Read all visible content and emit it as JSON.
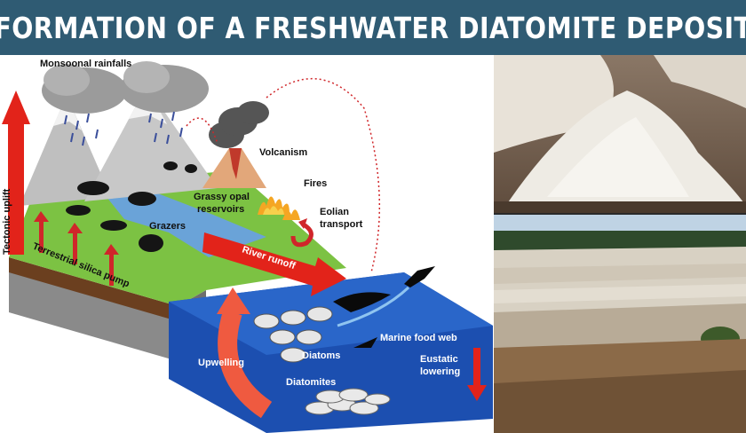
{
  "title": "FORMATION OF A FRESHWATER DIATOMITE DEPOSIT",
  "diagram": {
    "labels": {
      "monsoonal_rainfalls": "Monsoonal rainfalls",
      "tectonic_uplift": "Tectonic uplift",
      "volcanism": "Volcanism",
      "fires": "Fires",
      "grassy_opal_line1": "Grassy opal",
      "grassy_opal_line2": "reservoirs",
      "eolian_line1": "Eolian",
      "eolian_line2": "transport",
      "grazers": "Grazers",
      "terrestrial_silica_pump": "Terrestrial silica pump",
      "river_runoff": "River runoff",
      "marine_food_web": "Marine food web",
      "diatoms": "Diatoms",
      "upwelling": "Upwelling",
      "eustatic_line1": "Eustatic",
      "eustatic_line2": "lowering",
      "diatomites": "Diatomites"
    }
  },
  "photos": {
    "top": "diatomite-powder-photo",
    "bottom": "diatomite-quarry-photo"
  }
}
